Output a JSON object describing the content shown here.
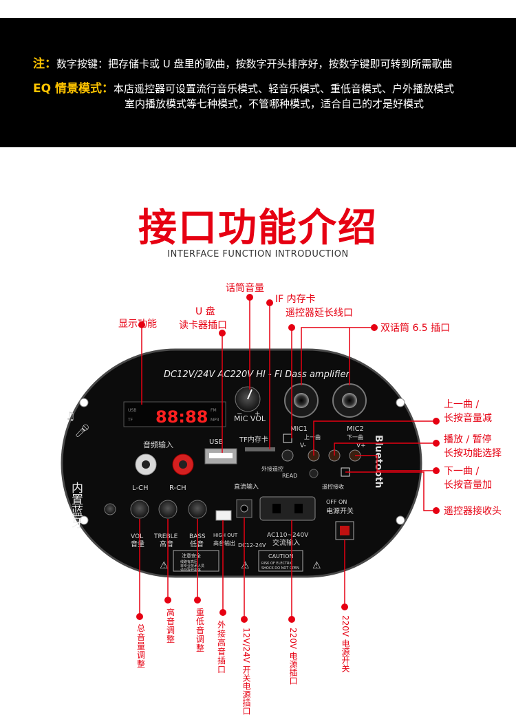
{
  "notes": {
    "line1_label": "注：",
    "line1_text": "数字按键：把存储卡或 U 盘里的歌曲，按数字开头排序好，按数字键即可转到所需歌曲",
    "line2_label": "EQ 情景模式：",
    "line2_text": "本店遥控器可设置流行音乐模式、轻音乐模式、重低音模式、户外播放模式",
    "line3_text": "室内播放模式等七种模式，不管哪种模式，适合自己的才是好模式"
  },
  "section": {
    "title_cn": "接口功能介绍",
    "title_en": "INTERFACE FUNCTION INTRODUCTION"
  },
  "callouts": {
    "mic_volume": "话筒音量",
    "if_memory_line1": "IF 内存卡",
    "if_memory_line2": "遥控器延长线口",
    "usb_line1": "U 盘",
    "usb_line2": "读卡器插口",
    "display": "显示功能",
    "dual_mic": "双话筒 6.5 插口",
    "prev_line1": "上一曲 /",
    "prev_line2": "长按音量减",
    "play_line1": "播放 / 暂停",
    "play_line2": "长按功能选择",
    "next_line1": "下一曲 /",
    "next_line2": "长按音量加",
    "remote_receiver": "遥控器接收头"
  },
  "bottom_callouts": {
    "total_volume": "总音量调整",
    "treble": "高音调整",
    "bass": "重低音调整",
    "high_out": "外接高音插口",
    "dc_power": "12V/24V 开关电源插口",
    "ac_power": "220V 电源插口",
    "power_switch": "220V 电源开关"
  },
  "board": {
    "header": "DC12V/24V AC220V HI - FI Dass amplifier",
    "display_digits": "88:88",
    "display_tags": [
      "USB",
      "TF",
      "FM",
      "MP3"
    ],
    "mic_vol": "MIC VOL",
    "mic1": "MIC1",
    "mic2": "MIC2",
    "usb": "USB",
    "tf": "TF内存卡",
    "audio_in": "音频输入",
    "lch": "L-CH",
    "rch": "R-CH",
    "builtin_bt": "内置蓝牙",
    "remote_ext": "外接遥控",
    "read": "READ",
    "prev_label": "上一曲",
    "next_label": "下一曲",
    "v_minus": "V-",
    "v_plus": "V+",
    "remote_rx": "遥控接收",
    "bluetooth": "Bluetooth",
    "dc_in": "直流输入",
    "off_on": "OFF    ON",
    "power_switch_cn": "电源开关",
    "vol_en": "VOL",
    "vol_cn": "音量",
    "treble_en": "TREBLE",
    "treble_cn": "高音",
    "bass_en": "BASS",
    "bass_cn": "低音",
    "high_out": "HIGH OUT",
    "high_out_cn": "高音输出",
    "dc_label": "DC12-24V",
    "ac_label": "AC110~240V",
    "ac_cn": "交流输入",
    "warning_title": "注意安全",
    "warning_l1": "线路有高压",
    "warning_l2": "非专业技术人员",
    "warning_l3": "请勿拆开机体",
    "caution": "CAUTION",
    "caution_l1": "RISK OF ELECTRIC",
    "caution_l2": "SHOCK DO NOT OPEN"
  },
  "colors": {
    "accent_red": "#e60012",
    "label_yellow": "#ffc400",
    "banner_bg": "#000000",
    "display_red": "#ff2020"
  }
}
